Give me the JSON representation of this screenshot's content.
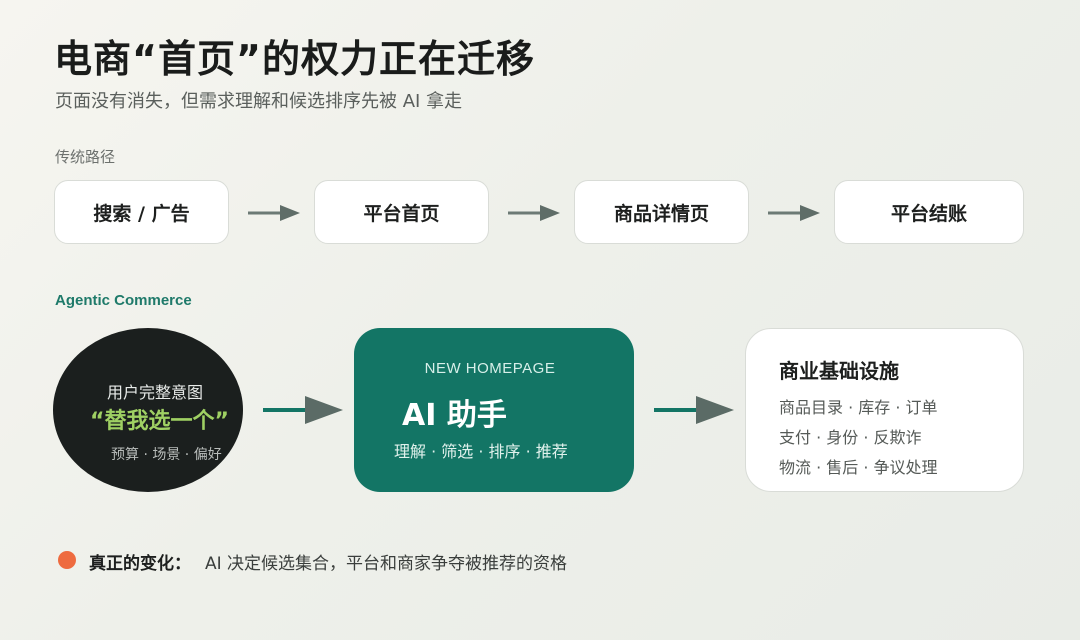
{
  "header": {
    "title": "电商“首页”的权力正在迁移",
    "subtitle": "页面没有消失，但需求理解和候选排序先被 AI 拿走"
  },
  "traditional": {
    "label": "传统路径",
    "steps": [
      "搜索 / 广告",
      "平台首页",
      "商品详情页",
      "平台结账"
    ]
  },
  "agentic": {
    "label": "Agentic Commerce",
    "user": {
      "line1": "用户完整意图",
      "quote": "“替我选一个”",
      "details": "预算 · 场景 · 偏好"
    },
    "assistant": {
      "tag": "NEW HOMEPAGE",
      "title": "AI 助手",
      "functions": "理解 · 筛选 · 排序 · 推荐"
    },
    "infrastructure": {
      "title": "商业基础设施",
      "rows": [
        "商品目录 · 库存 · 订单",
        "支付 · 身份 · 反欺诈",
        "物流 · 售后 · 争议处理"
      ]
    }
  },
  "note": {
    "label": "真正的变化：",
    "text": "AI 决定候选集合，平台和商家争夺被推荐的资格"
  },
  "colors": {
    "accent_teal": "#137565",
    "agentic_label": "#1f7a6a",
    "quote_green": "#9fd063",
    "dot_orange": "#ee6b3f",
    "arrow_gray": "#5f6d68"
  }
}
